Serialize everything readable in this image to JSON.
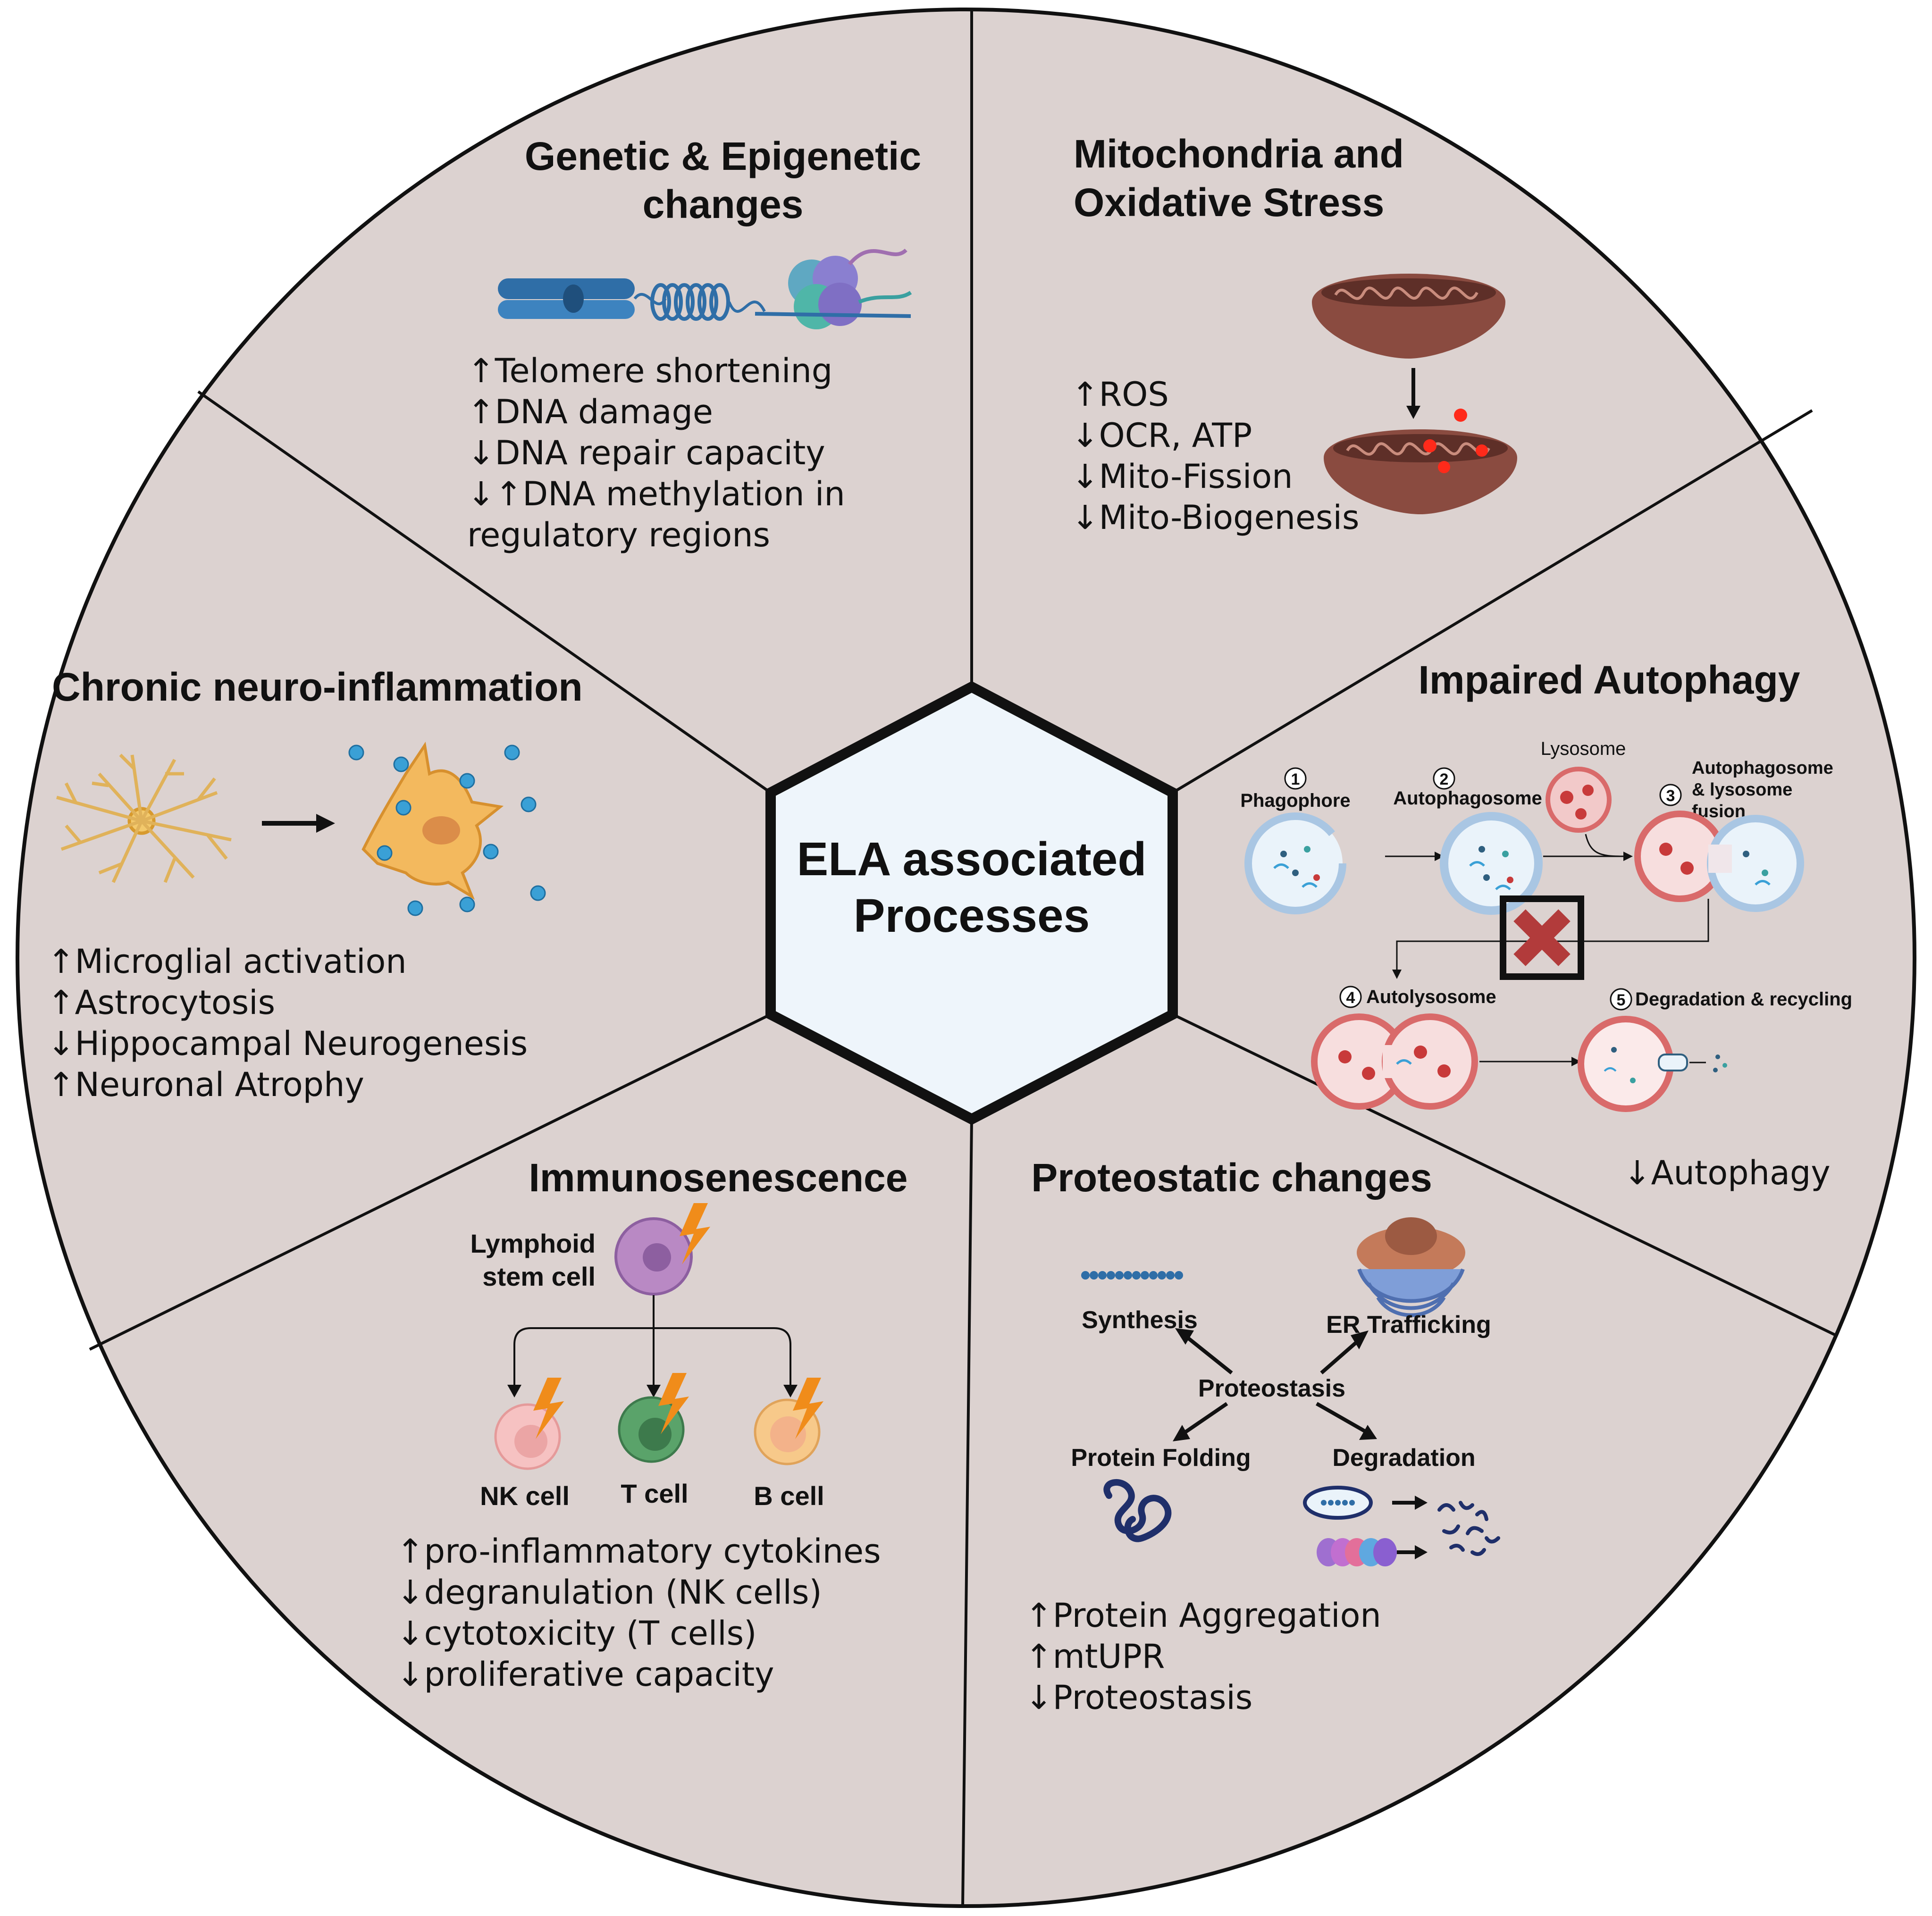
{
  "center": {
    "line1": "ELA associated",
    "line2": "Processes"
  },
  "sections": {
    "genetic": {
      "title_lines": [
        "Genetic & Epigenetic",
        "changes"
      ],
      "bullets": [
        "↑Telomere shortening",
        "↑DNA damage",
        "↓DNA repair capacity",
        "↓↑DNA methylation in",
        "regulatory regions"
      ]
    },
    "mito": {
      "title_lines": [
        "Mitochondria and",
        "Oxidative Stress"
      ],
      "bullets": [
        "↑ROS",
        "↓OCR, ATP",
        "↓Mito-Fission",
        "↓Mito-Biogenesis"
      ]
    },
    "autophagy": {
      "title": "Impaired Autophagy",
      "labels": {
        "lysosome": "Lysosome",
        "step1_num": "1",
        "step1": "Phagophore",
        "step2_num": "2",
        "step2": "Autophagosome",
        "step3_num": "3",
        "step3_lines": [
          "Autophagosome",
          "& lysosome",
          "fusion"
        ],
        "step4_num": "4",
        "step4": "Autolysosome",
        "step5_num": "5",
        "step5": "Degradation & recycling"
      },
      "bullet": "↓Autophagy"
    },
    "neuro": {
      "title": "Chronic neuro-inflammation",
      "bullets": [
        "↑Microglial activation",
        "↑Astrocytosis",
        "↓Hippocampal Neurogenesis",
        "↑Neuronal Atrophy"
      ]
    },
    "immuno": {
      "title": "Immunosenescence",
      "stem_lines": [
        "Lymphoid",
        "stem cell"
      ],
      "cells": [
        "NK cell",
        "T cell",
        "B cell"
      ],
      "bullets": [
        "↑pro-inflammatory cytokines",
        "↓degranulation (NK cells)",
        "↓cytotoxicity (T cells)",
        "↓proliferative capacity"
      ]
    },
    "proteo": {
      "title": "Proteostatic changes",
      "labels": {
        "synthesis": "Synthesis",
        "er": "ER Trafficking",
        "proteostasis": "Proteostasis",
        "folding": "Protein Folding",
        "degradation": "Degradation"
      },
      "bullets": [
        "↑Protein Aggregation",
        "↑mtUPR",
        "↓Proteostasis"
      ]
    }
  },
  "colors": {
    "background": "#dcd2d0",
    "center_fill": "#eef5fb",
    "outline": "#111111",
    "mito": "#8a4b40",
    "mito_dark": "#5e2f28",
    "astro": "#e0b25a",
    "microglia": "#f3b95e",
    "cytokine": "#3aa0d6",
    "lysosome": "#d96a6a",
    "vesicle": "#a9c6e3",
    "stem_cell": "#b989c4",
    "nk_cell": "#f6c2c2",
    "t_cell": "#5aa36a",
    "b_cell": "#f7c98a",
    "bolt": "#f08c1a",
    "chromosome": "#2f6ea7",
    "cross": "#b23b3b"
  }
}
